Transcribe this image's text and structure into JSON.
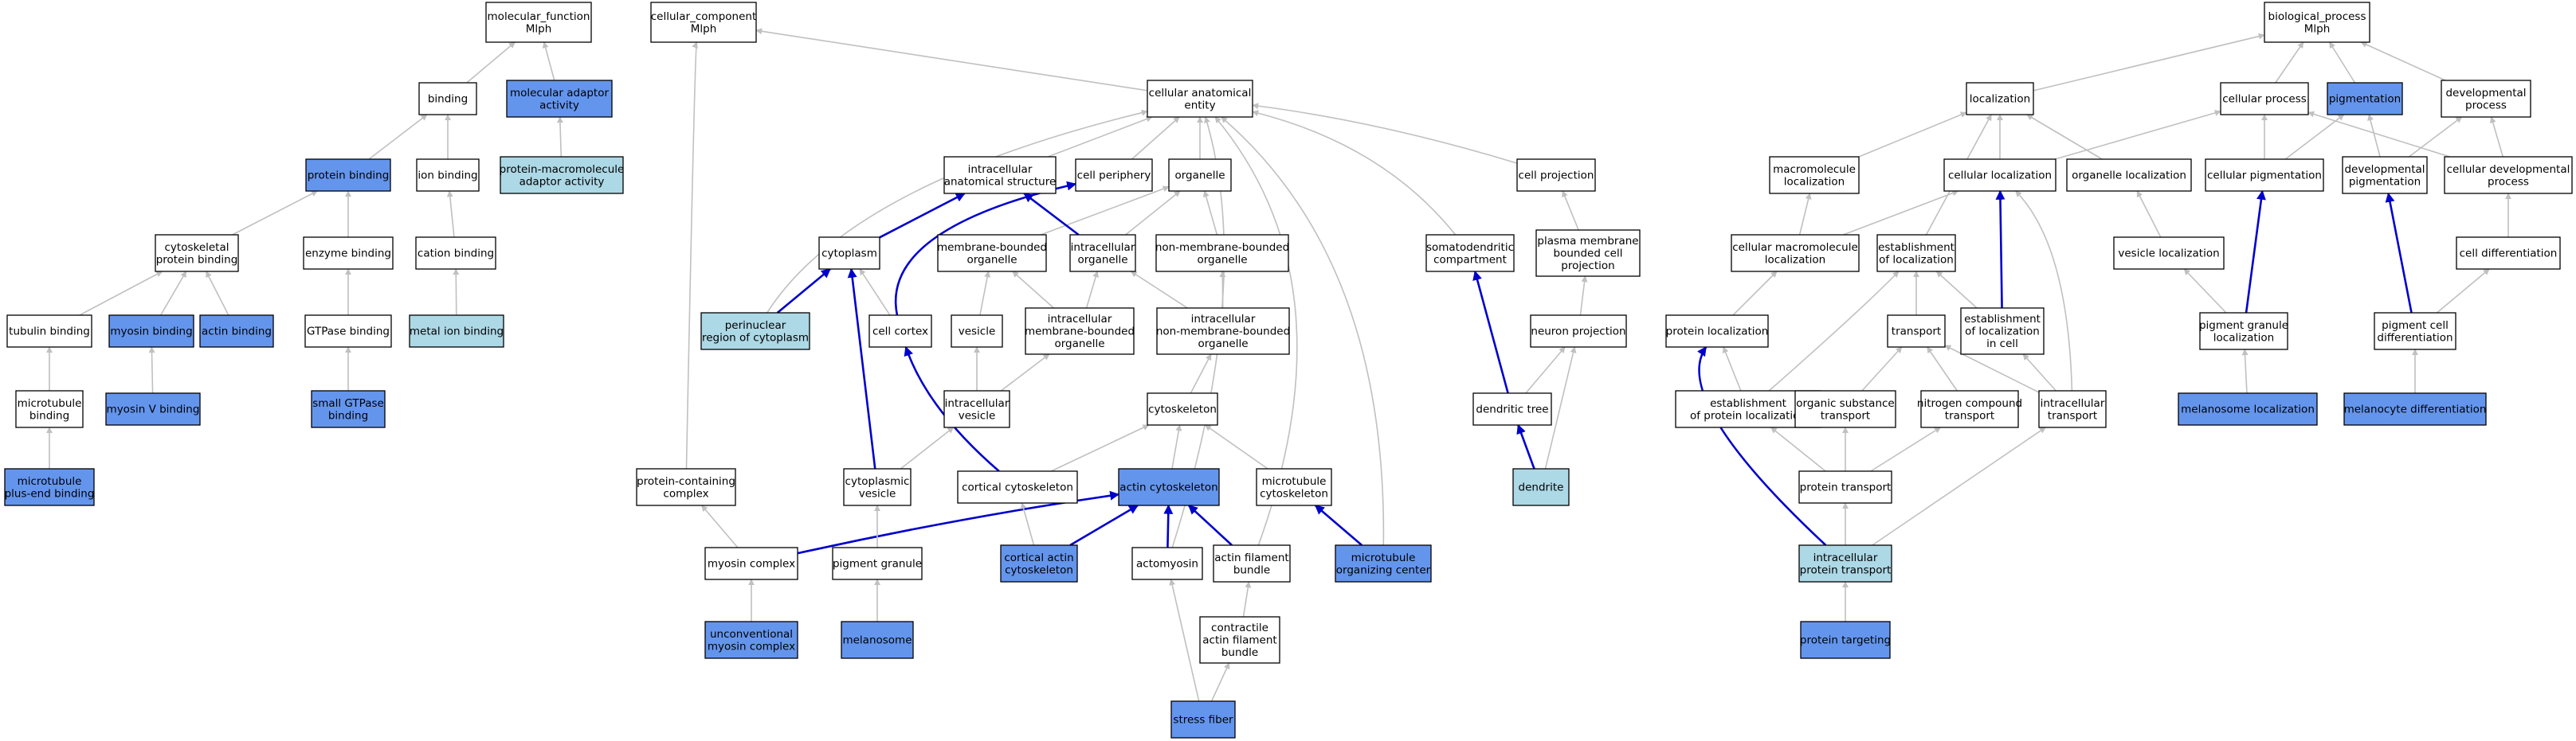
{
  "colors": {
    "plain": "#ffffff",
    "dark": "#6495ed",
    "light": "#add8e6",
    "edge_plain": "#c0c0c0",
    "edge_highlight": "#0000cc"
  },
  "nodes": [
    {
      "id": "mf",
      "lines": [
        "molecular_function",
        "Mlph"
      ],
      "fill": "plain"
    },
    {
      "id": "binding",
      "lines": [
        "binding"
      ],
      "fill": "plain"
    },
    {
      "id": "mol_adaptor",
      "lines": [
        "molecular adaptor",
        "activity"
      ],
      "fill": "dark"
    },
    {
      "id": "protein_binding",
      "lines": [
        "protein binding"
      ],
      "fill": "dark"
    },
    {
      "id": "ion_binding",
      "lines": [
        "ion binding"
      ],
      "fill": "plain"
    },
    {
      "id": "pm_adaptor",
      "lines": [
        "protein-macromolecule",
        "adaptor activity"
      ],
      "fill": "light"
    },
    {
      "id": "cyto_prot_binding",
      "lines": [
        "cytoskeletal",
        "protein binding"
      ],
      "fill": "plain"
    },
    {
      "id": "enzyme_binding",
      "lines": [
        "enzyme binding"
      ],
      "fill": "plain"
    },
    {
      "id": "cation_binding",
      "lines": [
        "cation binding"
      ],
      "fill": "plain"
    },
    {
      "id": "tubulin_binding",
      "lines": [
        "tubulin binding"
      ],
      "fill": "plain"
    },
    {
      "id": "myosin_binding",
      "lines": [
        "myosin binding"
      ],
      "fill": "dark"
    },
    {
      "id": "actin_binding",
      "lines": [
        "actin binding"
      ],
      "fill": "dark"
    },
    {
      "id": "gtpase_binding",
      "lines": [
        "GTPase binding"
      ],
      "fill": "plain"
    },
    {
      "id": "metal_ion_binding",
      "lines": [
        "metal ion binding"
      ],
      "fill": "light"
    },
    {
      "id": "mt_binding",
      "lines": [
        "microtubule",
        "binding"
      ],
      "fill": "plain"
    },
    {
      "id": "myosinV_binding",
      "lines": [
        "myosin V binding"
      ],
      "fill": "dark"
    },
    {
      "id": "small_gtpase",
      "lines": [
        "small GTPase",
        "binding"
      ],
      "fill": "dark"
    },
    {
      "id": "mt_plusend",
      "lines": [
        "microtubule",
        "plus-end binding"
      ],
      "fill": "dark"
    },
    {
      "id": "cc",
      "lines": [
        "cellular_component",
        "Mlph"
      ],
      "fill": "plain"
    },
    {
      "id": "cae",
      "lines": [
        "cellular anatomical",
        "entity"
      ],
      "fill": "plain"
    },
    {
      "id": "ias",
      "lines": [
        "intracellular",
        "anatomical structure"
      ],
      "fill": "plain"
    },
    {
      "id": "cell_periphery",
      "lines": [
        "cell periphery"
      ],
      "fill": "plain"
    },
    {
      "id": "organelle",
      "lines": [
        "organelle"
      ],
      "fill": "plain"
    },
    {
      "id": "cell_projection",
      "lines": [
        "cell projection"
      ],
      "fill": "plain"
    },
    {
      "id": "cytoplasm",
      "lines": [
        "cytoplasm"
      ],
      "fill": "plain"
    },
    {
      "id": "mbo",
      "lines": [
        "membrane-bounded",
        "organelle"
      ],
      "fill": "plain"
    },
    {
      "id": "intra_org",
      "lines": [
        "intracellular",
        "organelle"
      ],
      "fill": "plain"
    },
    {
      "id": "nmbo",
      "lines": [
        "non-membrane-bounded",
        "organelle"
      ],
      "fill": "plain"
    },
    {
      "id": "somato",
      "lines": [
        "somatodendritic",
        "compartment"
      ],
      "fill": "plain"
    },
    {
      "id": "pm_proj",
      "lines": [
        "plasma membrane",
        "bounded cell",
        "projection"
      ],
      "fill": "plain"
    },
    {
      "id": "perinuclear",
      "lines": [
        "perinuclear",
        "region of cytoplasm"
      ],
      "fill": "light"
    },
    {
      "id": "cell_cortex",
      "lines": [
        "cell cortex"
      ],
      "fill": "plain"
    },
    {
      "id": "vesicle",
      "lines": [
        "vesicle"
      ],
      "fill": "plain"
    },
    {
      "id": "imbo",
      "lines": [
        "intracellular",
        "membrane-bounded",
        "organelle"
      ],
      "fill": "plain"
    },
    {
      "id": "inmbo",
      "lines": [
        "intracellular",
        "non-membrane-bounded",
        "organelle"
      ],
      "fill": "plain"
    },
    {
      "id": "neuron_proj",
      "lines": [
        "neuron projection"
      ],
      "fill": "plain"
    },
    {
      "id": "intra_vesicle",
      "lines": [
        "intracellular",
        "vesicle"
      ],
      "fill": "plain"
    },
    {
      "id": "cytoskeleton",
      "lines": [
        "cytoskeleton"
      ],
      "fill": "plain"
    },
    {
      "id": "dendritic_tree",
      "lines": [
        "dendritic tree"
      ],
      "fill": "plain"
    },
    {
      "id": "pcc",
      "lines": [
        "protein-containing",
        "complex"
      ],
      "fill": "plain"
    },
    {
      "id": "cyto_vesicle",
      "lines": [
        "cytoplasmic",
        "vesicle"
      ],
      "fill": "plain"
    },
    {
      "id": "cortical_cytoskel",
      "lines": [
        "cortical cytoskeleton"
      ],
      "fill": "plain"
    },
    {
      "id": "actin_cytoskel",
      "lines": [
        "actin cytoskeleton"
      ],
      "fill": "dark"
    },
    {
      "id": "mt_cytoskel",
      "lines": [
        "microtubule",
        "cytoskeleton"
      ],
      "fill": "plain"
    },
    {
      "id": "dendrite",
      "lines": [
        "dendrite"
      ],
      "fill": "light"
    },
    {
      "id": "myosin_complex",
      "lines": [
        "myosin complex"
      ],
      "fill": "plain"
    },
    {
      "id": "pigment_granule",
      "lines": [
        "pigment granule"
      ],
      "fill": "plain"
    },
    {
      "id": "cortical_actin",
      "lines": [
        "cortical actin",
        "cytoskeleton"
      ],
      "fill": "dark"
    },
    {
      "id": "actomyosin",
      "lines": [
        "actomyosin"
      ],
      "fill": "plain"
    },
    {
      "id": "afb",
      "lines": [
        "actin filament",
        "bundle"
      ],
      "fill": "plain"
    },
    {
      "id": "mtoc",
      "lines": [
        "microtubule",
        "organizing center"
      ],
      "fill": "dark"
    },
    {
      "id": "uncon_myosin",
      "lines": [
        "unconventional",
        "myosin complex"
      ],
      "fill": "dark"
    },
    {
      "id": "melanosome",
      "lines": [
        "melanosome"
      ],
      "fill": "dark"
    },
    {
      "id": "cafb",
      "lines": [
        "contractile",
        "actin filament",
        "bundle"
      ],
      "fill": "plain"
    },
    {
      "id": "stress_fiber",
      "lines": [
        "stress fiber"
      ],
      "fill": "dark"
    },
    {
      "id": "bp",
      "lines": [
        "biological_process",
        "Mlph"
      ],
      "fill": "plain"
    },
    {
      "id": "localization",
      "lines": [
        "localization"
      ],
      "fill": "plain"
    },
    {
      "id": "cellular_process",
      "lines": [
        "cellular process"
      ],
      "fill": "plain"
    },
    {
      "id": "pigmentation",
      "lines": [
        "pigmentation"
      ],
      "fill": "dark"
    },
    {
      "id": "dev_process",
      "lines": [
        "developmental",
        "process"
      ],
      "fill": "plain"
    },
    {
      "id": "macro_loc",
      "lines": [
        "macromolecule",
        "localization"
      ],
      "fill": "plain"
    },
    {
      "id": "cell_loc",
      "lines": [
        "cellular localization"
      ],
      "fill": "plain"
    },
    {
      "id": "org_loc",
      "lines": [
        "organelle localization"
      ],
      "fill": "plain"
    },
    {
      "id": "cell_pig",
      "lines": [
        "cellular pigmentation"
      ],
      "fill": "plain"
    },
    {
      "id": "dev_pig",
      "lines": [
        "developmental",
        "pigmentation"
      ],
      "fill": "plain"
    },
    {
      "id": "cell_dev",
      "lines": [
        "cellular developmental",
        "process"
      ],
      "fill": "plain"
    },
    {
      "id": "cmacro_loc",
      "lines": [
        "cellular macromolecule",
        "localization"
      ],
      "fill": "plain"
    },
    {
      "id": "estab_loc",
      "lines": [
        "establishment",
        "of localization"
      ],
      "fill": "plain"
    },
    {
      "id": "vesicle_loc",
      "lines": [
        "vesicle localization"
      ],
      "fill": "plain"
    },
    {
      "id": "cell_diff",
      "lines": [
        "cell differentiation"
      ],
      "fill": "plain"
    },
    {
      "id": "protein_loc",
      "lines": [
        "protein localization"
      ],
      "fill": "plain"
    },
    {
      "id": "transport",
      "lines": [
        "transport"
      ],
      "fill": "plain"
    },
    {
      "id": "estab_loc_cell",
      "lines": [
        "establishment",
        "of localization",
        "in cell"
      ],
      "fill": "plain"
    },
    {
      "id": "pgl",
      "lines": [
        "pigment granule",
        "localization"
      ],
      "fill": "plain"
    },
    {
      "id": "pcd",
      "lines": [
        "pigment cell",
        "differentiation"
      ],
      "fill": "plain"
    },
    {
      "id": "estab_prot_loc",
      "lines": [
        "establishment",
        "of protein localization"
      ],
      "fill": "plain"
    },
    {
      "id": "ost",
      "lines": [
        "organic substance",
        "transport"
      ],
      "fill": "plain"
    },
    {
      "id": "nct",
      "lines": [
        "nitrogen compound",
        "transport"
      ],
      "fill": "plain"
    },
    {
      "id": "intra_transport",
      "lines": [
        "intracellular",
        "transport"
      ],
      "fill": "plain"
    },
    {
      "id": "melanosome_loc",
      "lines": [
        "melanosome localization"
      ],
      "fill": "dark"
    },
    {
      "id": "melanocyte_diff",
      "lines": [
        "melanocyte differentiation"
      ],
      "fill": "dark"
    },
    {
      "id": "protein_transport",
      "lines": [
        "protein transport"
      ],
      "fill": "plain"
    },
    {
      "id": "ipt",
      "lines": [
        "intracellular",
        "protein transport"
      ],
      "fill": "light"
    },
    {
      "id": "protein_targeting",
      "lines": [
        "protein targeting"
      ],
      "fill": "dark"
    }
  ],
  "edges": [
    {
      "from": "binding",
      "to": "mf"
    },
    {
      "from": "mol_adaptor",
      "to": "mf"
    },
    {
      "from": "protein_binding",
      "to": "binding"
    },
    {
      "from": "ion_binding",
      "to": "binding"
    },
    {
      "from": "pm_adaptor",
      "to": "mol_adaptor"
    },
    {
      "from": "cyto_prot_binding",
      "to": "protein_binding"
    },
    {
      "from": "enzyme_binding",
      "to": "protein_binding"
    },
    {
      "from": "cation_binding",
      "to": "ion_binding"
    },
    {
      "from": "tubulin_binding",
      "to": "cyto_prot_binding"
    },
    {
      "from": "myosin_binding",
      "to": "cyto_prot_binding"
    },
    {
      "from": "actin_binding",
      "to": "cyto_prot_binding"
    },
    {
      "from": "gtpase_binding",
      "to": "enzyme_binding"
    },
    {
      "from": "metal_ion_binding",
      "to": "cation_binding"
    },
    {
      "from": "mt_binding",
      "to": "tubulin_binding"
    },
    {
      "from": "myosinV_binding",
      "to": "myosin_binding"
    },
    {
      "from": "small_gtpase",
      "to": "gtpase_binding"
    },
    {
      "from": "mt_plusend",
      "to": "mt_binding"
    },
    {
      "from": "cae",
      "to": "cc"
    },
    {
      "from": "pcc",
      "to": "cc"
    },
    {
      "from": "ias",
      "to": "cae"
    },
    {
      "from": "cell_periphery",
      "to": "cae"
    },
    {
      "from": "organelle",
      "to": "cae"
    },
    {
      "from": "cell_projection",
      "to": "cae"
    },
    {
      "from": "somato",
      "to": "cae"
    },
    {
      "from": "cytoplasm",
      "to": "ias"
    },
    {
      "from": "perinuclear",
      "to": "cae"
    },
    {
      "from": "perinuclear",
      "to": "cytoplasm",
      "hl": true
    },
    {
      "from": "cytoplasm",
      "to": "ias",
      "hl": true
    },
    {
      "from": "cell_cortex",
      "to": "cell_periphery",
      "hl": true
    },
    {
      "from": "cell_cortex",
      "to": "cytoplasm"
    },
    {
      "from": "mbo",
      "to": "organelle"
    },
    {
      "from": "intra_org",
      "to": "organelle"
    },
    {
      "from": "intra_org",
      "to": "ias",
      "hl": true
    },
    {
      "from": "nmbo",
      "to": "organelle"
    },
    {
      "from": "pm_proj",
      "to": "cell_projection"
    },
    {
      "from": "vesicle",
      "to": "mbo"
    },
    {
      "from": "imbo",
      "to": "mbo"
    },
    {
      "from": "imbo",
      "to": "intra_org"
    },
    {
      "from": "inmbo",
      "to": "intra_org"
    },
    {
      "from": "inmbo",
      "to": "nmbo"
    },
    {
      "from": "neuron_proj",
      "to": "pm_proj"
    },
    {
      "from": "intra_vesicle",
      "to": "vesicle"
    },
    {
      "from": "intra_vesicle",
      "to": "imbo"
    },
    {
      "from": "cytoskeleton",
      "to": "inmbo"
    },
    {
      "from": "dendritic_tree",
      "to": "somato",
      "hl": true
    },
    {
      "from": "dendritic_tree",
      "to": "neuron_proj"
    },
    {
      "from": "cyto_vesicle",
      "to": "intra_vesicle"
    },
    {
      "from": "cyto_vesicle",
      "to": "cytoplasm",
      "hl": true
    },
    {
      "from": "cortical_cytoskel",
      "to": "cytoskeleton"
    },
    {
      "from": "cortical_cytoskel",
      "to": "cell_cortex",
      "hl": true
    },
    {
      "from": "actin_cytoskel",
      "to": "cytoskeleton"
    },
    {
      "from": "mt_cytoskel",
      "to": "cytoskeleton"
    },
    {
      "from": "dendrite",
      "to": "dendritic_tree",
      "hl": true
    },
    {
      "from": "dendrite",
      "to": "neuron_proj"
    },
    {
      "from": "myosin_complex",
      "to": "pcc"
    },
    {
      "from": "myosin_complex",
      "to": "actin_cytoskel",
      "hl": true
    },
    {
      "from": "pigment_granule",
      "to": "cyto_vesicle"
    },
    {
      "from": "cortical_actin",
      "to": "cortical_cytoskel"
    },
    {
      "from": "cortical_actin",
      "to": "actin_cytoskel",
      "hl": true
    },
    {
      "from": "actomyosin",
      "to": "actin_cytoskel",
      "hl": true
    },
    {
      "from": "actomyosin",
      "to": "cae"
    },
    {
      "from": "afb",
      "to": "actin_cytoskel",
      "hl": true
    },
    {
      "from": "afb",
      "to": "cae"
    },
    {
      "from": "mtoc",
      "to": "mt_cytoskel",
      "hl": true
    },
    {
      "from": "mtoc",
      "to": "cae"
    },
    {
      "from": "uncon_myosin",
      "to": "myosin_complex"
    },
    {
      "from": "melanosome",
      "to": "pigment_granule"
    },
    {
      "from": "cafb",
      "to": "afb"
    },
    {
      "from": "stress_fiber",
      "to": "cafb"
    },
    {
      "from": "stress_fiber",
      "to": "actomyosin"
    },
    {
      "from": "localization",
      "to": "bp"
    },
    {
      "from": "cellular_process",
      "to": "bp"
    },
    {
      "from": "pigmentation",
      "to": "bp"
    },
    {
      "from": "dev_process",
      "to": "bp"
    },
    {
      "from": "macro_loc",
      "to": "localization"
    },
    {
      "from": "cell_loc",
      "to": "localization"
    },
    {
      "from": "cell_loc",
      "to": "cellular_process"
    },
    {
      "from": "org_loc",
      "to": "localization"
    },
    {
      "from": "cell_pig",
      "to": "cellular_process"
    },
    {
      "from": "cell_pig",
      "to": "pigmentation"
    },
    {
      "from": "dev_pig",
      "to": "pigmentation"
    },
    {
      "from": "dev_pig",
      "to": "dev_process"
    },
    {
      "from": "cell_dev",
      "to": "cellular_process"
    },
    {
      "from": "cell_dev",
      "to": "dev_process"
    },
    {
      "from": "cmacro_loc",
      "to": "macro_loc"
    },
    {
      "from": "cmacro_loc",
      "to": "cell_loc"
    },
    {
      "from": "estab_loc",
      "to": "localization"
    },
    {
      "from": "vesicle_loc",
      "to": "org_loc"
    },
    {
      "from": "cell_diff",
      "to": "cell_dev"
    },
    {
      "from": "protein_loc",
      "to": "cmacro_loc"
    },
    {
      "from": "transport",
      "to": "estab_loc"
    },
    {
      "from": "estab_loc_cell",
      "to": "estab_loc"
    },
    {
      "from": "estab_loc_cell",
      "to": "cell_loc",
      "hl": true
    },
    {
      "from": "pgl",
      "to": "vesicle_loc"
    },
    {
      "from": "pgl",
      "to": "cell_pig",
      "hl": true
    },
    {
      "from": "pcd",
      "to": "cell_diff"
    },
    {
      "from": "pcd",
      "to": "dev_pig",
      "hl": true
    },
    {
      "from": "estab_prot_loc",
      "to": "protein_loc"
    },
    {
      "from": "estab_prot_loc",
      "to": "estab_loc"
    },
    {
      "from": "ost",
      "to": "transport"
    },
    {
      "from": "nct",
      "to": "transport"
    },
    {
      "from": "intra_transport",
      "to": "cell_loc"
    },
    {
      "from": "intra_transport",
      "to": "transport"
    },
    {
      "from": "intra_transport",
      "to": "estab_loc_cell"
    },
    {
      "from": "melanosome_loc",
      "to": "pgl"
    },
    {
      "from": "melanocyte_diff",
      "to": "pcd"
    },
    {
      "from": "protein_transport",
      "to": "estab_prot_loc"
    },
    {
      "from": "protein_transport",
      "to": "ost"
    },
    {
      "from": "protein_transport",
      "to": "nct"
    },
    {
      "from": "ipt",
      "to": "protein_transport"
    },
    {
      "from": "ipt",
      "to": "intra_transport"
    },
    {
      "from": "ipt",
      "to": "protein_loc",
      "hl": true
    },
    {
      "from": "protein_targeting",
      "to": "ipt"
    }
  ]
}
